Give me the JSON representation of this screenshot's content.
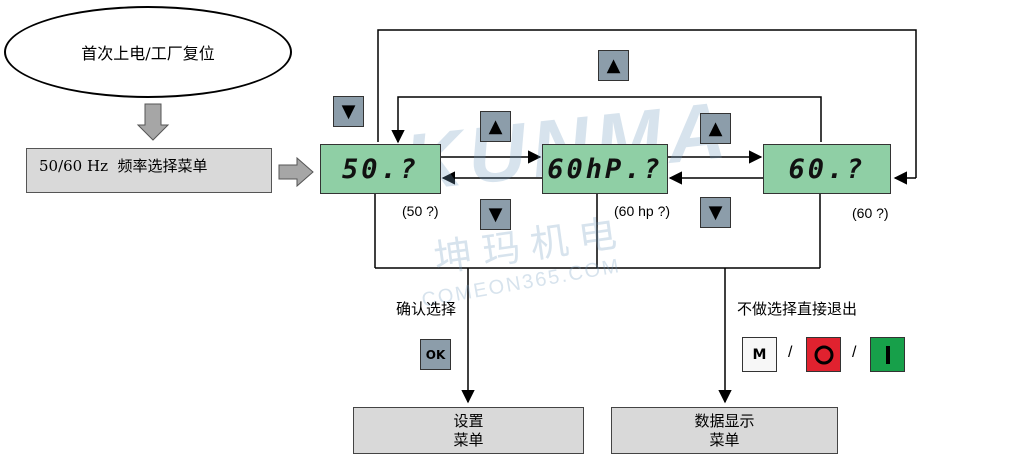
{
  "start": {
    "label": "首次上电/工厂复位"
  },
  "freq_menu": {
    "label": "50/60 Hz  频率选择菜单"
  },
  "displays": [
    {
      "text": "50.?",
      "caption": "(50 ?)"
    },
    {
      "text": "60hP.?",
      "caption": "(60 hp ?)"
    },
    {
      "text": "60.?",
      "caption": "(60 ?)"
    }
  ],
  "keys": {
    "up": "▲",
    "down": "▼",
    "ok": "OK"
  },
  "confirm": {
    "label": "确认选择"
  },
  "exit": {
    "label": "不做选择直接退出",
    "sep1": "/",
    "sep2": "/",
    "m_key": "M"
  },
  "menus": {
    "setup": {
      "line1": "设置",
      "line2": "菜单"
    },
    "display": {
      "line1": "数据显示",
      "line2": "菜单"
    }
  },
  "watermark": {
    "brand": "KUNMA",
    "cn": "坤 玛 机 电",
    "url": "COMEON365.COM"
  }
}
